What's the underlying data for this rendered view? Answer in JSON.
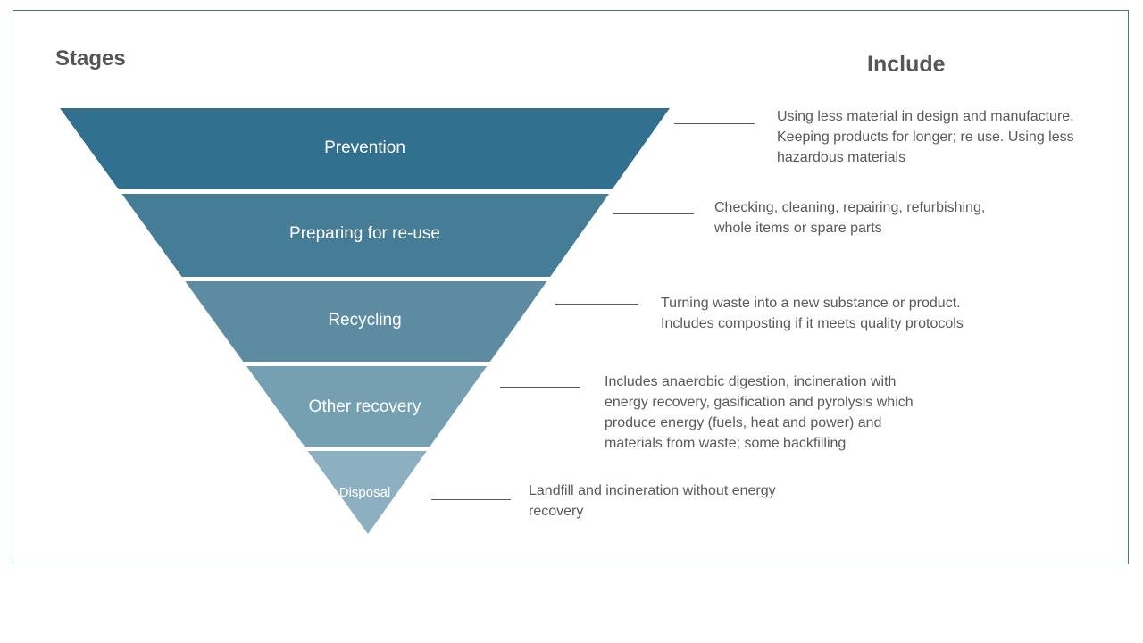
{
  "page": {
    "stages_heading": "Stages",
    "include_heading": "Include"
  },
  "colors": {
    "frame_border": "#4d7484",
    "heading_text": "#555557",
    "description_text": "#595959",
    "connector_line": "#5a5a5a",
    "stage_label_text": "#ffffff"
  },
  "stages": [
    {
      "label": "Prevention",
      "color": "#31708e",
      "description": "Using less material in design and manufacture.\nKeeping products for longer; re use. Using less\nhazardous materials"
    },
    {
      "label": "Preparing for re-use",
      "color": "#457d96",
      "description": "Checking, cleaning, repairing, refurbishing,\nwhole items or spare parts"
    },
    {
      "label": "Recycling",
      "color": "#5d8ba1",
      "description": "Turning waste into a new substance or product.\nIncludes composting if it meets quality protocols"
    },
    {
      "label": "Other recovery",
      "color": "#74a0b2",
      "description": "Includes anaerobic digestion, incineration with\nenergy recovery, gasification and pyrolysis which\nproduce energy (fuels, heat and power) and\nmaterials from waste; some backfilling"
    },
    {
      "label": "Disposal",
      "color": "#8db0c0",
      "description": "Landfill and incineration without energy\nrecovery"
    }
  ]
}
